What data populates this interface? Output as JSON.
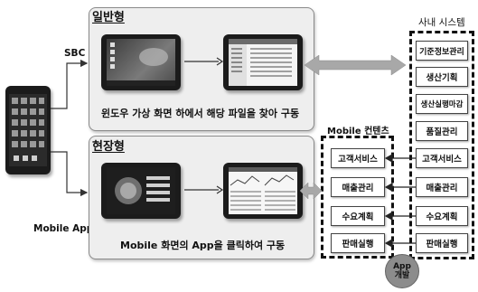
{
  "labels": {
    "sbc": "SBC",
    "mobile_app": "Mobile App",
    "internal_system": "사내 시스템",
    "mobile_contents": "Mobile 컨텐츠",
    "app_dev": "App\n개발"
  },
  "panels": {
    "general": {
      "title": "일반형",
      "caption": "윈도우 가상 화면 하에서 해당 파일을 찾아 구동"
    },
    "field": {
      "title": "현장형",
      "caption": "Mobile 화면의 App을 클릭하여 구동"
    }
  },
  "internal_systems": [
    "기준정보관리",
    "생산기획",
    "생산실행마감",
    "품질관리",
    "고객서비스",
    "매출관리",
    "수요계획",
    "판매실행"
  ],
  "mobile_contents": [
    "고객서비스",
    "매출관리",
    "수요계획",
    "판매실행"
  ],
  "colors": {
    "panel_bg": "#eeeeee",
    "double_arrow": "#a8a8a8",
    "dashed_border": "#111111",
    "app_dev_circle": "#8c8c8c"
  }
}
